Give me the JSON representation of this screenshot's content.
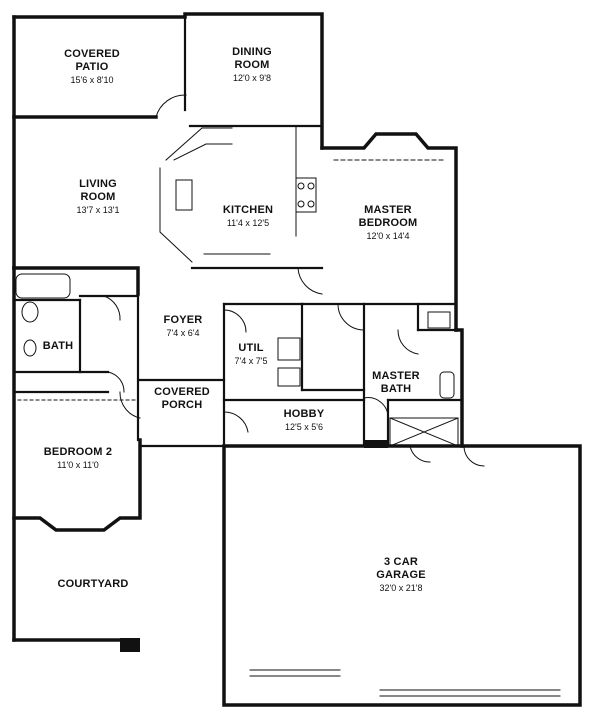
{
  "plan": {
    "rooms": [
      {
        "id": "covered-patio",
        "name_lines": [
          "COVERED",
          "PATIO"
        ],
        "dims": "15'6 x 8'10"
      },
      {
        "id": "dining-room",
        "name_lines": [
          "DINING",
          "ROOM"
        ],
        "dims": "12'0 x 9'8"
      },
      {
        "id": "living-room",
        "name_lines": [
          "LIVING",
          "ROOM"
        ],
        "dims": "13'7 x 13'1"
      },
      {
        "id": "kitchen",
        "name_lines": [
          "KITCHEN"
        ],
        "dims": "11'4 x 12'5"
      },
      {
        "id": "master-bedroom",
        "name_lines": [
          "MASTER",
          "BEDROOM"
        ],
        "dims": "12'0 x 14'4"
      },
      {
        "id": "bath",
        "name_lines": [
          "BATH"
        ],
        "dims": ""
      },
      {
        "id": "foyer",
        "name_lines": [
          "FOYER"
        ],
        "dims": "7'4 x 6'4"
      },
      {
        "id": "util",
        "name_lines": [
          "UTIL"
        ],
        "dims": "7'4 x 7'5"
      },
      {
        "id": "master-bath",
        "name_lines": [
          "MASTER",
          "BATH"
        ],
        "dims": ""
      },
      {
        "id": "covered-porch",
        "name_lines": [
          "COVERED",
          "PORCH"
        ],
        "dims": ""
      },
      {
        "id": "hobby",
        "name_lines": [
          "HOBBY"
        ],
        "dims": "12'5 x 5'6"
      },
      {
        "id": "bedroom-2",
        "name_lines": [
          "BEDROOM 2"
        ],
        "dims": "11'0 x 11'0"
      },
      {
        "id": "courtyard",
        "name_lines": [
          "COURTYARD"
        ],
        "dims": ""
      },
      {
        "id": "garage",
        "name_lines": [
          "3 CAR",
          "GARAGE"
        ],
        "dims": "32'0 x 21'8"
      }
    ]
  }
}
